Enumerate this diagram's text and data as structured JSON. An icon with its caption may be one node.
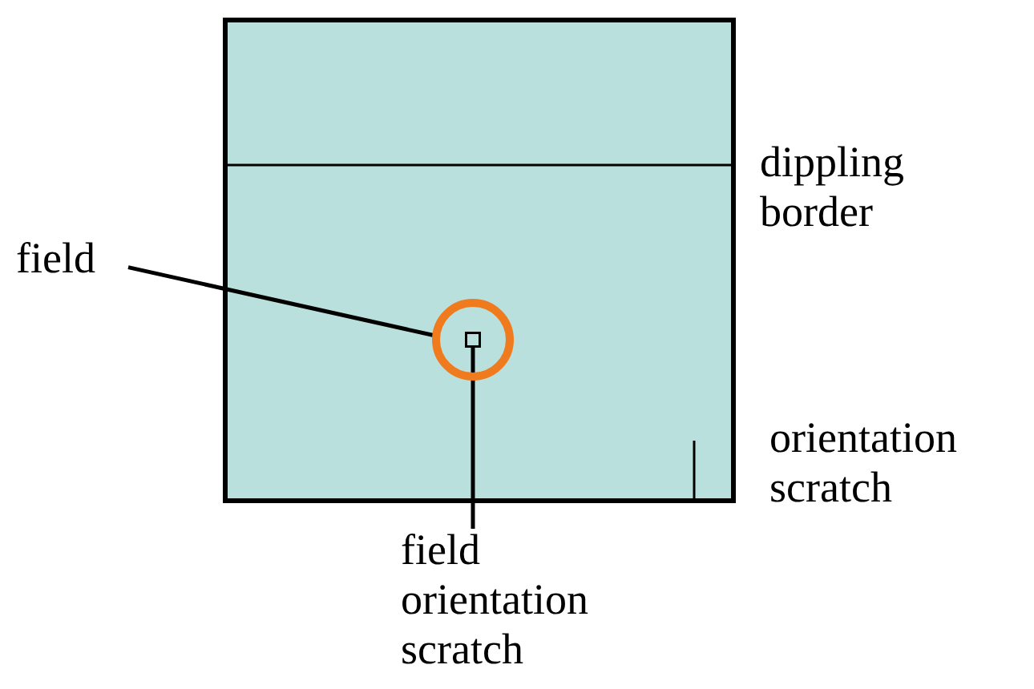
{
  "diagram": {
    "nodes": [
      {
        "text": [
          "field"
        ]
      },
      {
        "text": [],
        "shape": "circle"
      },
      {
        "text": [],
        "shape": "box",
        "in": 1
      },
      {
        "text": [
          "field orientation scratch"
        ]
      }
    ],
    "edges": [
      {
        "from": 0,
        "to": 1,
        "arrow": "none"
      },
      {
        "from": 3,
        "to": 2,
        "arrow": "none"
      }
    ],
    "labels": [
      "dippling border",
      "orientation scratch"
    ]
  }
}
